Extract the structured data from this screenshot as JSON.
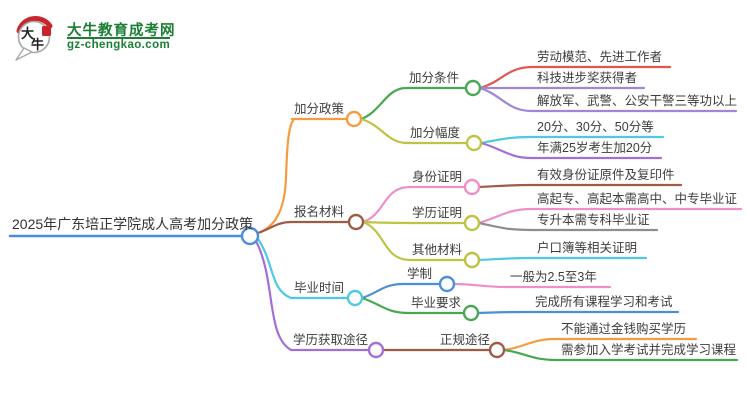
{
  "logo": {
    "bubble_text": "大牛",
    "site_name": "大牛教育成考网",
    "site_domain": "gz-chengkao.com"
  },
  "palette": {
    "root_blue": "#4a90d9",
    "orange": "#f59c40",
    "brown": "#9e5b46",
    "cyan": "#52c7e3",
    "purple": "#a26fd6",
    "green": "#48a852",
    "olive": "#bec342",
    "red": "#e25551",
    "light_purple": "#9e88d6",
    "pink": "#ee90c8",
    "gray": "#8e8e8e",
    "blue": "#4a90d9",
    "text": "#3d3d3d",
    "logo_green": "#1b7e35",
    "logo_red": "#c9252c"
  },
  "mindmap": {
    "root": {
      "label": "2025年广东培正学院成人高考加分政策"
    },
    "branches": [
      {
        "label": "加分政策",
        "children": [
          {
            "label": "加分条件",
            "children": [
              {
                "label": "劳动模范、先进工作者"
              },
              {
                "label": "科技进步奖获得者"
              },
              {
                "label": "解放军、武警、公安干警三等功以上"
              }
            ]
          },
          {
            "label": "加分幅度",
            "children": [
              {
                "label": "20分、30分、50分等"
              },
              {
                "label": "年满25岁考生加20分"
              }
            ]
          }
        ]
      },
      {
        "label": "报名材料",
        "children": [
          {
            "label": "身份证明",
            "children": [
              {
                "label": "有效身份证原件及复印件"
              }
            ]
          },
          {
            "label": "学历证明",
            "children": [
              {
                "label": "高起专、高起本需高中、中专毕业证"
              },
              {
                "label": "专升本需专科毕业证"
              }
            ]
          },
          {
            "label": "其他材料",
            "children": [
              {
                "label": "户口簿等相关证明"
              }
            ]
          }
        ]
      },
      {
        "label": "毕业时间",
        "children": [
          {
            "label": "学制",
            "children": [
              {
                "label": "一般为2.5至3年"
              }
            ]
          },
          {
            "label": "毕业要求",
            "children": [
              {
                "label": "完成所有课程学习和考试"
              }
            ]
          }
        ]
      },
      {
        "label": "学历获取途径",
        "children": [
          {
            "label": "正规途径",
            "children": [
              {
                "label": "不能通过金钱购买学历"
              },
              {
                "label": "需参加入学考试并完成学习课程"
              }
            ]
          }
        ]
      }
    ]
  }
}
